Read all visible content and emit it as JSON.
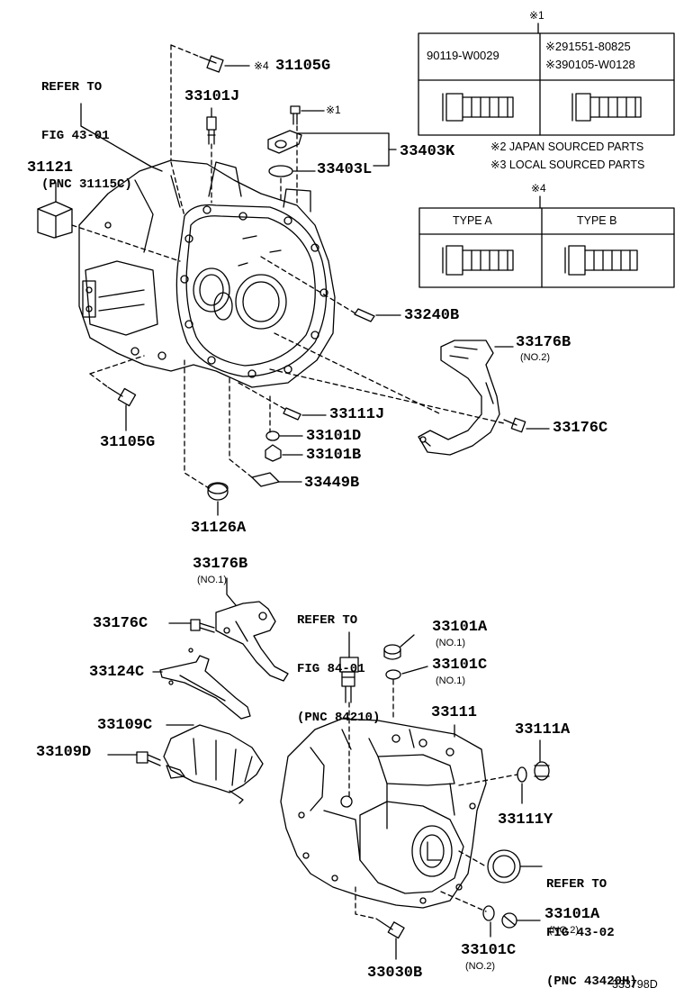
{
  "figure_code": "333798D",
  "refs": {
    "fig_43_01": {
      "line1": "REFER TO",
      "line2": "FIG 43-01",
      "line3": "(PNC 31115C)"
    },
    "fig_84_01": {
      "line1": "REFER TO",
      "line2": "FIG 84-01",
      "line3": "(PNC 84210)"
    },
    "fig_43_02": {
      "line1": "REFER TO",
      "line2": "FIG 43-02",
      "line3": "(PNC 43420H)"
    }
  },
  "parts": {
    "p31105G_top": "31105G",
    "p31105G_top_mark": "※4",
    "p33101J": "33101J",
    "p31121": "31121",
    "p33403K": "33403K",
    "p33403L": "33403L",
    "mark1_bolt": "※1",
    "p33240B": "33240B",
    "p33176B_top": "33176B",
    "p33176B_top_sub": "(NO.2)",
    "p33176C_top": "33176C",
    "p31105G_bottom": "31105G",
    "p33111J": "33111J",
    "p33101D": "33101D",
    "p33101B": "33101B",
    "p33449B": "33449B",
    "p31126A": "31126A",
    "p33176B_bottom": "33176B",
    "p33176B_bottom_sub": "(NO.1)",
    "p33176C_bottom": "33176C",
    "p33124C": "33124C",
    "p33109C": "33109C",
    "p33109D": "33109D",
    "p33101A_top": "33101A",
    "p33101A_top_sub": "(NO.1)",
    "p33101C_top": "33101C",
    "p33101C_top_sub": "(NO.1)",
    "p33111": "33111",
    "p33111A": "33111A",
    "p33111Y": "33111Y",
    "p33101A_bottom": "33101A",
    "p33101A_bottom_sub": "(NO.2)",
    "p33101C_bottom": "33101C",
    "p33101C_bottom_sub": "(NO.2)",
    "p33030B": "33030B"
  },
  "table1": {
    "header_mark": "※1",
    "col1": "90119-W0029",
    "col2_line1": "※291551-80825",
    "col2_line2": "※390105-W0128"
  },
  "notes": {
    "note2": "※2 JAPAN SOURCED PARTS",
    "note3": "※3 LOCAL SOURCED PARTS"
  },
  "table4": {
    "header_mark": "※4",
    "type_a": "TYPE A",
    "type_b": "TYPE B"
  }
}
